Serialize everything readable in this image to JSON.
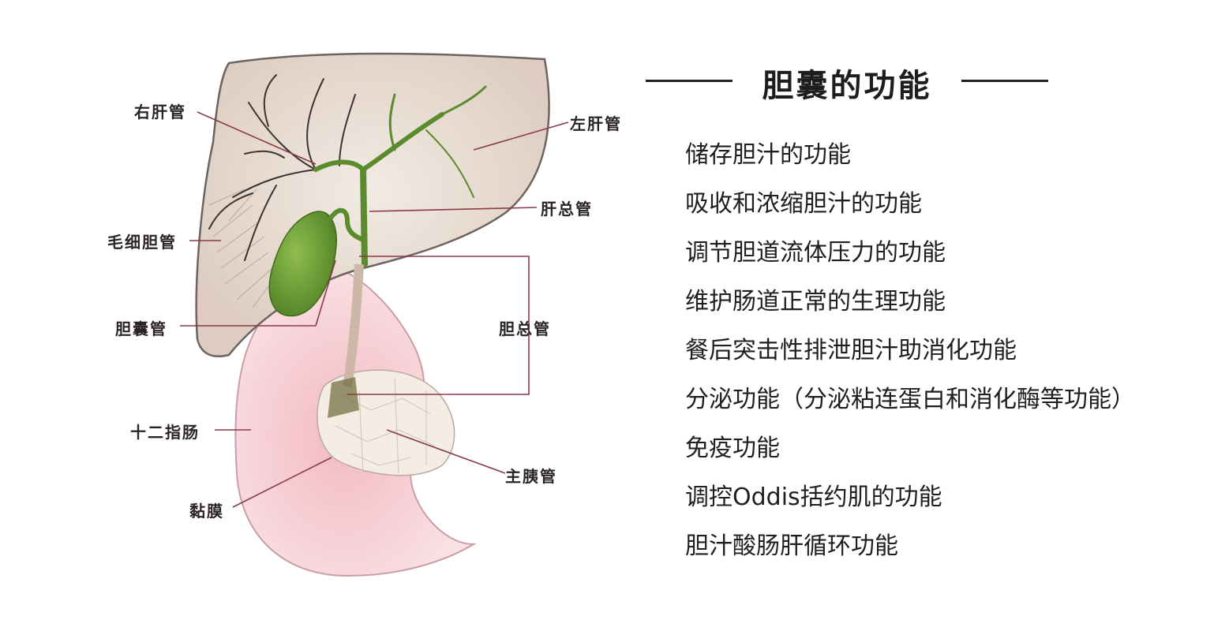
{
  "diagram": {
    "labels": {
      "right_hepatic_duct": "右肝管",
      "left_hepatic_duct": "左肝管",
      "common_hepatic_duct": "肝总管",
      "bile_capillary": "毛细胆管",
      "cystic_duct": "胆囊管",
      "common_bile_duct": "胆总管",
      "duodenum": "十二指肠",
      "main_pancreatic_duct": "主胰管",
      "mucosa": "黏膜"
    }
  },
  "panel": {
    "title": "胆囊的功能",
    "items": [
      "储存胆汁的功能",
      "吸收和浓缩胆汁的功能",
      "调节胆道流体压力的功能",
      "维护肠道正常的生理功能",
      "餐后突击性排泄胆汁助消化功能",
      "分泌功能（分泌粘连蛋白和消化酶等功能）",
      "免疫功能",
      "调控Oddis括约肌的功能",
      "胆汁酸肠肝循环功能"
    ]
  },
  "colors": {
    "liver": "#e6d9cf",
    "gallbladder": "#5d8f2e",
    "duct": "#5d8f2e",
    "duodenum": "#f6d2d6",
    "pancreas": "#f0eadf"
  }
}
